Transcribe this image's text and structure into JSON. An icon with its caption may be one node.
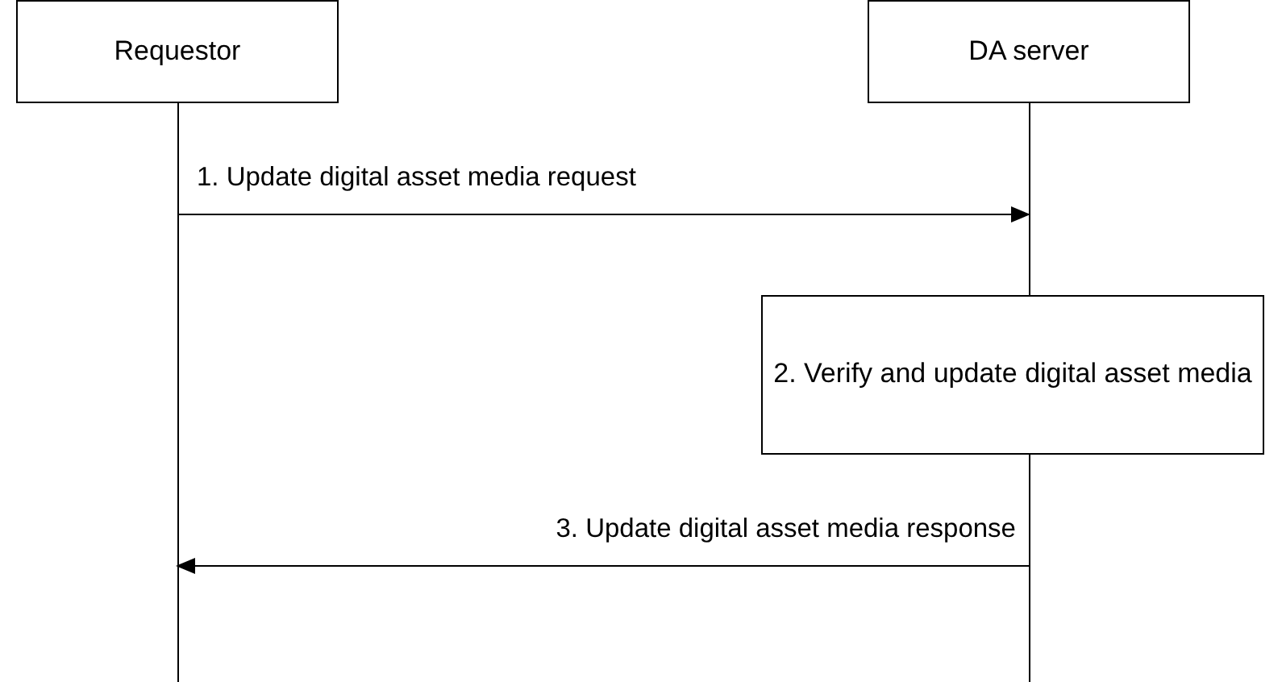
{
  "diagram": {
    "nodes": [
      {
        "text": [
          "Requestor"
        ]
      },
      {
        "text": [
          "DA server"
        ]
      },
      {
        "text": [
          "2. Verify and update digital asset media"
        ]
      },
      {
        "text": [],
        "shape": "line"
      },
      {
        "text": [],
        "shape": "line"
      }
    ],
    "edges": [
      {
        "from": 3,
        "to": 4,
        "arrow": "to",
        "label": "1. Update digital asset media request"
      },
      {
        "from": 4,
        "to": 3,
        "arrow": "to",
        "label": "3. Update digital asset media response"
      }
    ]
  }
}
